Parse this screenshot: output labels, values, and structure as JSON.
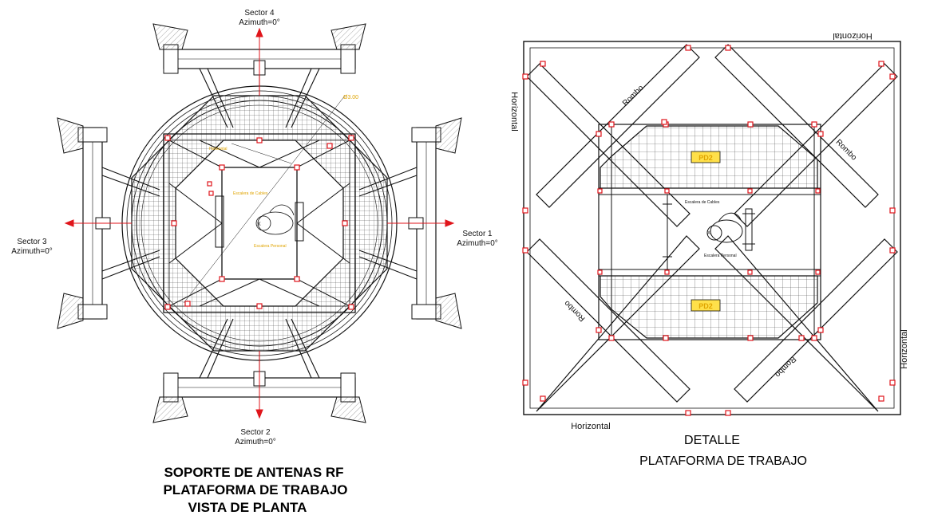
{
  "left_view": {
    "sector_4": {
      "name": "Sector 4",
      "azimuth": "Azimuth=0°"
    },
    "sector_1": {
      "name": "Sector 1",
      "azimuth": "Azimuth=0°"
    },
    "sector_2": {
      "name": "Sector 2",
      "azimuth": "Azimuth=0°"
    },
    "sector_3": {
      "name": "Sector 3",
      "azimuth": "Azimuth=0°"
    },
    "annot_diameter": "Ø3.00",
    "annot_horizontal": "Horizontal",
    "annot_cable_ladder": "Escalera de Cables",
    "annot_personal_ladder": "Escalera Personal",
    "title_line1": "SOPORTE DE ANTENAS RF",
    "title_line2": "PLATAFORMA DE TRABAJO",
    "title_line3": "VISTA DE PLANTA"
  },
  "right_view": {
    "label_horizontal": "Horizontal",
    "label_rombo": "Rombo",
    "grating_label": "PD2",
    "annot_cable_ladder": "Escalera de Cables",
    "annot_personal_ladder": "Escalera Personal",
    "title_line1": "DETALLE",
    "title_line2": "PLATAFORMA DE TRABAJO"
  },
  "colors": {
    "line": "#111111",
    "red_marker": "#e0151b",
    "yellow_text": "#e0a400",
    "grating_fill": "#ffe04a"
  }
}
